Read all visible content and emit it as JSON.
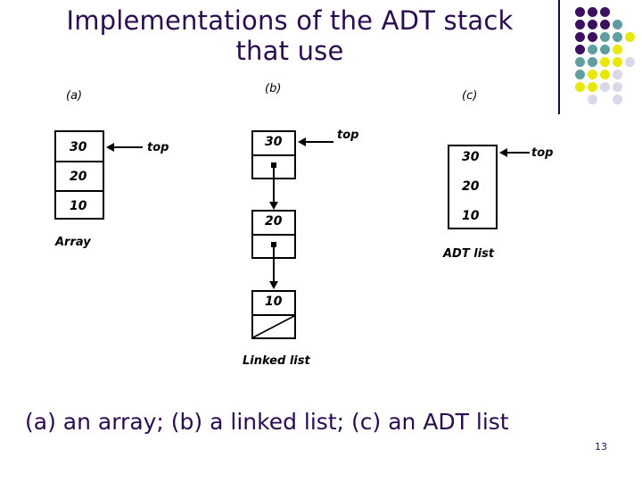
{
  "slide": {
    "title": "Implementations of the ADT stack\nthat use",
    "caption": "(a) an array; (b) a linked list; (c) an ADT list",
    "page_number": "13",
    "title_color": "#2B0B4F",
    "ink_color": "#000000",
    "background_color": "#ffffff"
  },
  "decoration": {
    "divider_color": "#1A0B33",
    "palette": {
      "purple": "#3B1060",
      "teal": "#5F9EA0",
      "yellow": "#E8E800",
      "lavender": "#D8D8E8"
    },
    "rows": [
      [
        "purple",
        "purple",
        "purple",
        "",
        ""
      ],
      [
        "purple",
        "purple",
        "purple",
        "teal",
        ""
      ],
      [
        "purple",
        "purple",
        "teal",
        "teal",
        "yellow"
      ],
      [
        "purple",
        "teal",
        "teal",
        "yellow",
        ""
      ],
      [
        "teal",
        "teal",
        "yellow",
        "yellow",
        "lavender"
      ],
      [
        "teal",
        "yellow",
        "yellow",
        "lavender",
        ""
      ],
      [
        "yellow",
        "yellow",
        "lavender",
        "lavender",
        ""
      ],
      [
        "",
        "lavender",
        "",
        "lavender",
        ""
      ]
    ]
  },
  "panel_a": {
    "part_label": "(a)",
    "caption": "Array",
    "pointer_label": "top",
    "cells": [
      "30",
      "20",
      "10"
    ]
  },
  "panel_b": {
    "part_label": "(b)",
    "caption": "Linked list",
    "pointer_label": "top",
    "nodes": [
      {
        "value": "30",
        "next": "pointer"
      },
      {
        "value": "20",
        "next": "pointer"
      },
      {
        "value": "10",
        "next": "null"
      }
    ]
  },
  "panel_c": {
    "part_label": "(c)",
    "caption": "ADT list",
    "pointer_label": "top",
    "items": [
      "30",
      "20",
      "10"
    ]
  }
}
